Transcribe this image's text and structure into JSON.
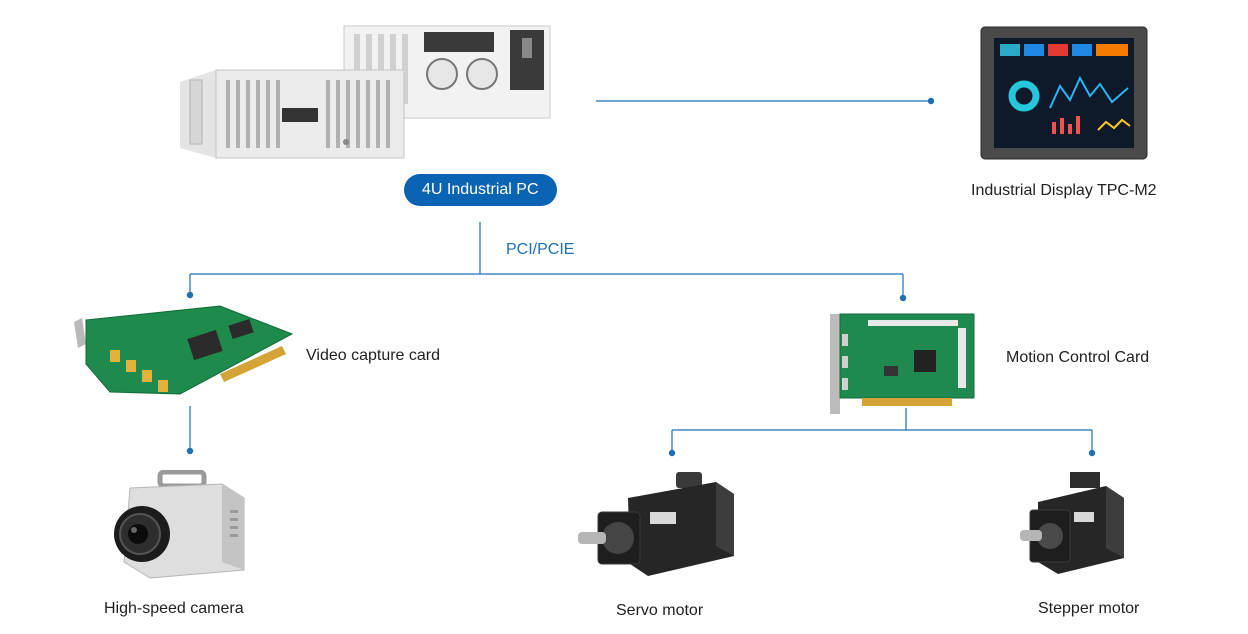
{
  "nodes": {
    "ipc": {
      "label": "4U Industrial PC"
    },
    "display": {
      "label": "Industrial Display TPC-M2"
    },
    "video_card": {
      "label": "Video capture card"
    },
    "motion_card": {
      "label": "Motion Control Card"
    },
    "camera": {
      "label": "High-speed camera"
    },
    "servo": {
      "label": "Servo motor"
    },
    "stepper": {
      "label": "Stepper motor"
    }
  },
  "bus": {
    "label": "PCI/PCIE"
  },
  "colors": {
    "line": "#1f6fb3",
    "accent": "#0b63b3"
  },
  "icons": {
    "ipc": "industrial-pc-icon",
    "display": "industrial-display-icon",
    "video_card": "video-capture-card-icon",
    "motion_card": "motion-control-card-icon",
    "camera": "high-speed-camera-icon",
    "servo": "servo-motor-icon",
    "stepper": "stepper-motor-icon"
  }
}
